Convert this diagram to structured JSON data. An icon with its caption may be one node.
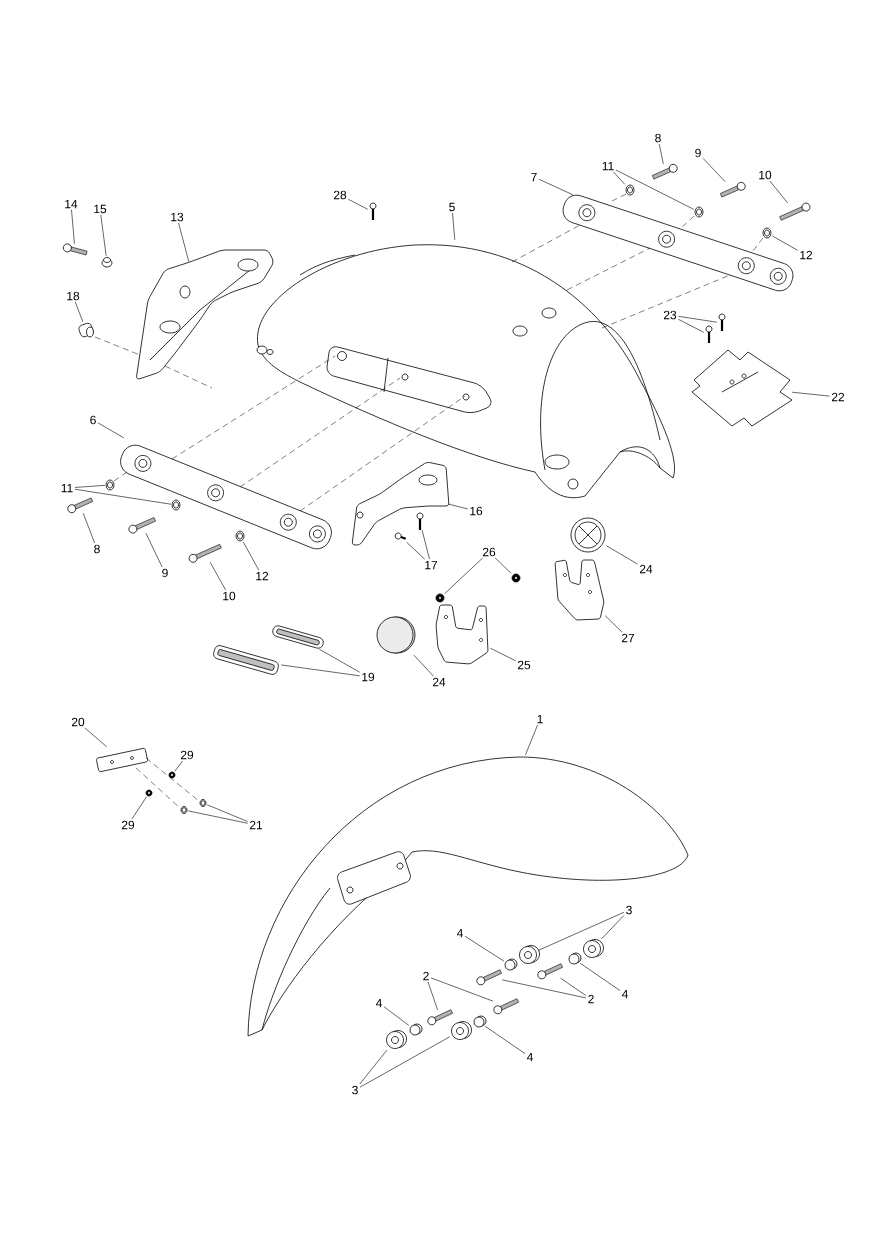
{
  "diagram": {
    "nodes": [
      {
        "text": [
          "8"
        ]
      },
      {
        "text": [
          "9"
        ]
      },
      {
        "text": [
          "10"
        ]
      },
      {
        "text": [
          "11"
        ]
      },
      {
        "text": [
          "7"
        ]
      },
      {
        "text": [
          "28"
        ]
      },
      {
        "text": [
          "5"
        ]
      },
      {
        "text": [
          "14"
        ]
      },
      {
        "text": [
          "15"
        ]
      },
      {
        "text": [
          "13"
        ]
      },
      {
        "text": [
          "12"
        ]
      },
      {
        "text": [
          "18"
        ]
      },
      {
        "text": [
          "23"
        ]
      },
      {
        "text": [
          "22"
        ]
      },
      {
        "text": [
          "6"
        ]
      },
      {
        "text": [
          "11"
        ]
      },
      {
        "text": [
          "16"
        ]
      },
      {
        "text": [
          "8"
        ]
      },
      {
        "text": [
          "26"
        ]
      },
      {
        "text": [
          "24"
        ]
      },
      {
        "text": [
          "17"
        ]
      },
      {
        "text": [
          "9"
        ]
      },
      {
        "text": [
          "12"
        ]
      },
      {
        "text": [
          "10"
        ]
      },
      {
        "text": [
          "27"
        ]
      },
      {
        "text": [
          "25"
        ]
      },
      {
        "text": [
          "19"
        ]
      },
      {
        "text": [
          "24"
        ]
      },
      {
        "text": [
          "1"
        ]
      },
      {
        "text": [
          "20"
        ]
      },
      {
        "text": [
          "29"
        ]
      },
      {
        "text": [
          "29"
        ]
      },
      {
        "text": [
          "21"
        ]
      },
      {
        "text": [
          "3"
        ]
      },
      {
        "text": [
          "4"
        ]
      },
      {
        "text": [
          "2"
        ]
      },
      {
        "text": [
          "4"
        ]
      },
      {
        "text": [
          "2"
        ]
      },
      {
        "text": [
          "4"
        ]
      },
      {
        "text": [
          "4"
        ]
      },
      {
        "text": [
          "3"
        ]
      },
      {
        "text": [],
        "shape": "picture"
      },
      {
        "text": [],
        "shape": "picture"
      },
      {
        "text": [],
        "shape": "picture"
      },
      {
        "text": [],
        "shape": "picture"
      },
      {
        "text": [],
        "shape": "picture"
      },
      {
        "text": [],
        "shape": "picture"
      },
      {
        "text": [],
        "shape": "picture"
      },
      {
        "text": [],
        "shape": "picture"
      },
      {
        "text": [],
        "shape": "picture"
      },
      {
        "text": [],
        "shape": "picture"
      },
      {
        "text": [],
        "shape": "circle"
      },
      {
        "text": [],
        "shape": "picture"
      },
      {
        "text": [],
        "shape": "picture"
      },
      {
        "text": [],
        "shape": "picture"
      },
      {
        "text": [],
        "shape": "bar"
      },
      {
        "text": [],
        "shape": "bar"
      },
      {
        "text": [],
        "shape": "bar"
      },
      {
        "text": [],
        "shape": "circle"
      },
      {
        "text": [],
        "shape": "circle"
      },
      {
        "text": [],
        "shape": "bar"
      },
      {
        "text": [],
        "shape": "bar"
      },
      {
        "text": [],
        "shape": "circle"
      },
      {
        "text": [],
        "shape": "circle"
      },
      {
        "text": [],
        "shape": "circle"
      },
      {
        "text": [],
        "shape": "bar"
      },
      {
        "text": [],
        "shape": "bar"
      },
      {
        "text": [],
        "shape": "circle"
      },
      {
        "text": [],
        "shape": "circle"
      },
      {
        "text": [],
        "shape": "bar"
      },
      {
        "text": [],
        "shape": "bar"
      },
      {
        "text": [],
        "shape": "bar"
      },
      {
        "text": [],
        "shape": "circle"
      },
      {
        "text": [],
        "shape": "bar"
      },
      {
        "text": [],
        "shape": "bar"
      },
      {
        "text": [],
        "shape": "circle"
      },
      {
        "text": [],
        "shape": "circle"
      },
      {
        "text": [],
        "shape": "circle"
      },
      {
        "text": [],
        "shape": "circle"
      },
      {
        "text": [],
        "shape": "circle"
      },
      {
        "text": [],
        "shape": "circle"
      },
      {
        "text": [],
        "shape": "circle"
      },
      {
        "text": [],
        "shape": "circle"
      },
      {
        "text": [],
        "shape": "circle"
      },
      {
        "text": [],
        "shape": "circle"
      },
      {
        "text": [],
        "shape": "circle"
      },
      {
        "text": [],
        "shape": "circle"
      },
      {
        "text": [],
        "shape": "circle"
      },
      {
        "text": [],
        "shape": "circle"
      },
      {
        "text": [],
        "shape": "bar"
      },
      {
        "text": [],
        "shape": "bar"
      },
      {
        "text": [],
        "shape": "bar"
      },
      {
        "text": [],
        "shape": "bar"
      }
    ],
    "edges": [
      {
        "from": 0,
        "to": 55,
        "arrow": "none"
      },
      {
        "from": 1,
        "to": 56,
        "arrow": "none"
      },
      {
        "from": 2,
        "to": 57,
        "arrow": "none"
      },
      {
        "from": 3,
        "to": 58,
        "arrow": "none"
      },
      {
        "from": 3,
        "to": 59,
        "arrow": "none"
      },
      {
        "from": 4,
        "to": 43,
        "arrow": "none"
      },
      {
        "from": 5,
        "to": 60,
        "arrow": "none"
      },
      {
        "from": 6,
        "to": 41,
        "arrow": "none"
      },
      {
        "from": 7,
        "to": 61,
        "arrow": "none"
      },
      {
        "from": 8,
        "to": 62,
        "arrow": "none"
      },
      {
        "from": 9,
        "to": 45,
        "arrow": "none"
      },
      {
        "from": 10,
        "to": 63,
        "arrow": "none"
      },
      {
        "from": 11,
        "to": 64,
        "arrow": "none"
      },
      {
        "from": 12,
        "to": 65,
        "arrow": "none"
      },
      {
        "from": 12,
        "to": 66,
        "arrow": "none"
      },
      {
        "from": 13,
        "to": 47,
        "arrow": "none"
      },
      {
        "from": 14,
        "to": 44,
        "arrow": "none"
      },
      {
        "from": 15,
        "to": 67,
        "arrow": "none"
      },
      {
        "from": 15,
        "to": 68,
        "arrow": "none"
      },
      {
        "from": 16,
        "to": 46,
        "arrow": "none"
      },
      {
        "from": 17,
        "to": 69,
        "arrow": "none"
      },
      {
        "from": 18,
        "to": 75,
        "arrow": "none"
      },
      {
        "from": 18,
        "to": 76,
        "arrow": "none"
      },
      {
        "from": 19,
        "to": 50,
        "arrow": "none"
      },
      {
        "from": 20,
        "to": 73,
        "arrow": "none"
      },
      {
        "from": 20,
        "to": 74,
        "arrow": "none"
      },
      {
        "from": 21,
        "to": 70,
        "arrow": "none"
      },
      {
        "from": 22,
        "to": 72,
        "arrow": "none"
      },
      {
        "from": 23,
        "to": 71,
        "arrow": "none"
      },
      {
        "from": 24,
        "to": 48,
        "arrow": "none"
      },
      {
        "from": 25,
        "to": 49,
        "arrow": "none"
      },
      {
        "from": 26,
        "to": 52,
        "arrow": "none"
      },
      {
        "from": 26,
        "to": 53,
        "arrow": "none"
      },
      {
        "from": 27,
        "to": 51,
        "arrow": "none"
      },
      {
        "from": 28,
        "to": 42,
        "arrow": "none"
      },
      {
        "from": 29,
        "to": 54,
        "arrow": "none"
      },
      {
        "from": 30,
        "to": 77,
        "arrow": "none"
      },
      {
        "from": 31,
        "to": 78,
        "arrow": "none"
      },
      {
        "from": 32,
        "to": 79,
        "arrow": "none"
      },
      {
        "from": 32,
        "to": 80,
        "arrow": "none"
      },
      {
        "from": 33,
        "to": 81,
        "arrow": "none"
      },
      {
        "from": 33,
        "to": 82,
        "arrow": "none"
      },
      {
        "from": 34,
        "to": 85,
        "arrow": "none"
      },
      {
        "from": 35,
        "to": 91,
        "arrow": "none"
      },
      {
        "from": 35,
        "to": 92,
        "arrow": "none"
      },
      {
        "from": 36,
        "to": 87,
        "arrow": "none"
      },
      {
        "from": 37,
        "to": 89,
        "arrow": "none"
      },
      {
        "from": 37,
        "to": 90,
        "arrow": "none"
      },
      {
        "from": 38,
        "to": 86,
        "arrow": "none"
      },
      {
        "from": 39,
        "to": 88,
        "arrow": "none"
      },
      {
        "from": 40,
        "to": 83,
        "arrow": "none"
      },
      {
        "from": 40,
        "to": 84,
        "arrow": "none"
      },
      {
        "from": 64,
        "to": 45,
        "arrow": "none",
        "style": "dashed"
      },
      {
        "from": 45,
        "to": null,
        "arrow": "none",
        "style": "dashed"
      },
      {
        "from": 44,
        "to": 41,
        "arrow": "none",
        "style": "dashed"
      },
      {
        "from": 44,
        "to": 41,
        "arrow": "none",
        "style": "dashed"
      },
      {
        "from": 44,
        "to": 41,
        "arrow": "none",
        "style": "dashed"
      },
      {
        "from": 41,
        "to": 43,
        "arrow": "none",
        "style": "dashed"
      },
      {
        "from": 41,
        "to": 43,
        "arrow": "none",
        "style": "dashed"
      },
      {
        "from": 41,
        "to": 43,
        "arrow": "none",
        "style": "dashed"
      },
      {
        "from": 58,
        "to": 43,
        "arrow": "none",
        "style": "dashed"
      },
      {
        "from": 59,
        "to": 43,
        "arrow": "none",
        "style": "dashed"
      },
      {
        "from": 63,
        "to": 43,
        "arrow": "none",
        "style": "dashed"
      },
      {
        "from": 67,
        "to": 44,
        "arrow": "none",
        "style": "dashed"
      },
      {
        "from": 54,
        "to": 80,
        "arrow": "none",
        "style": "dashed"
      },
      {
        "from": 54,
        "to": 79,
        "arrow": "none",
        "style": "dashed"
      }
    ]
  }
}
